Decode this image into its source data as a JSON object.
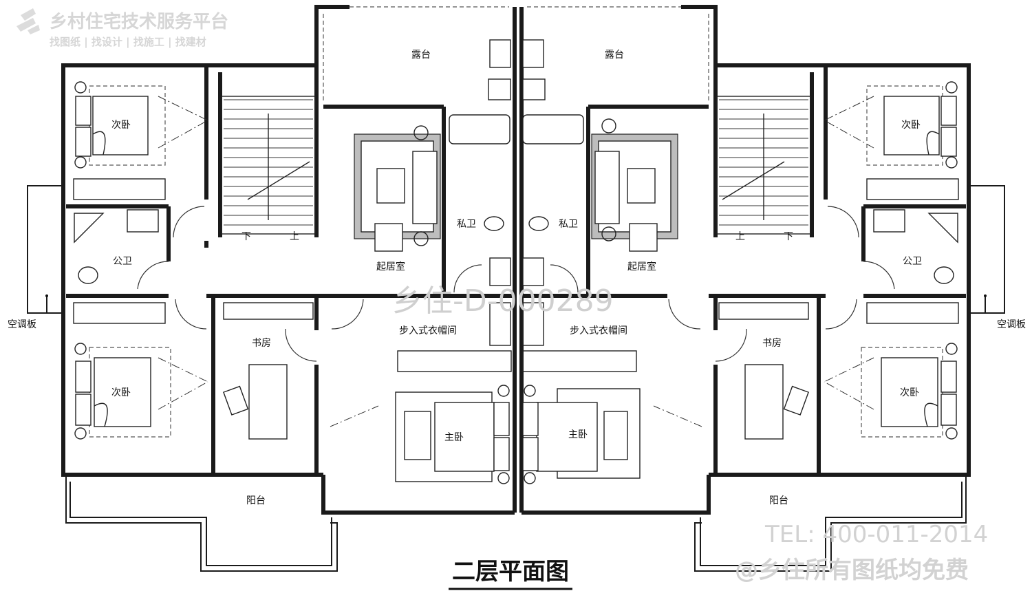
{
  "drawing": {
    "title": "二层平面图",
    "subtitle_partial": "说明 纹 厶"
  },
  "watermark": {
    "platform_name": "乡村住宅技术服务平台",
    "platform_tagline": "找图纸 | 找设计 | 找施工 | 找建材",
    "drawing_id": "乡住-D-000289",
    "tel": "TEL: 400-011-2014",
    "free_notice": "@乡住所有图纸均免费"
  },
  "rooms": {
    "terrace_left": "露台",
    "terrace_right": "露台",
    "bedroom2_top_left": "次卧",
    "bedroom2_top_right": "次卧",
    "bedroom2_bottom_left": "次卧",
    "bedroom2_bottom_right": "次卧",
    "public_bath_left": "公卫",
    "public_bath_right": "公卫",
    "private_bath_left": "私卫",
    "private_bath_right": "私卫",
    "living_left": "起居室",
    "living_right": "起居室",
    "study_left": "书房",
    "study_right": "书房",
    "walkin_left": "步入式衣帽间",
    "walkin_right": "步入式衣帽间",
    "master_left": "主卧",
    "master_right": "主卧",
    "balcony_left": "阳台",
    "balcony_right": "阳台",
    "ac_board_left": "空调板",
    "ac_board_right": "空调板"
  },
  "stairs": {
    "left_down": "下",
    "left_up": "上",
    "right_up": "上",
    "right_down": "下"
  },
  "colors": {
    "wall": "#1a1a1a",
    "hatch": "#bdbdbd",
    "watermark": "#d6d6d6"
  }
}
